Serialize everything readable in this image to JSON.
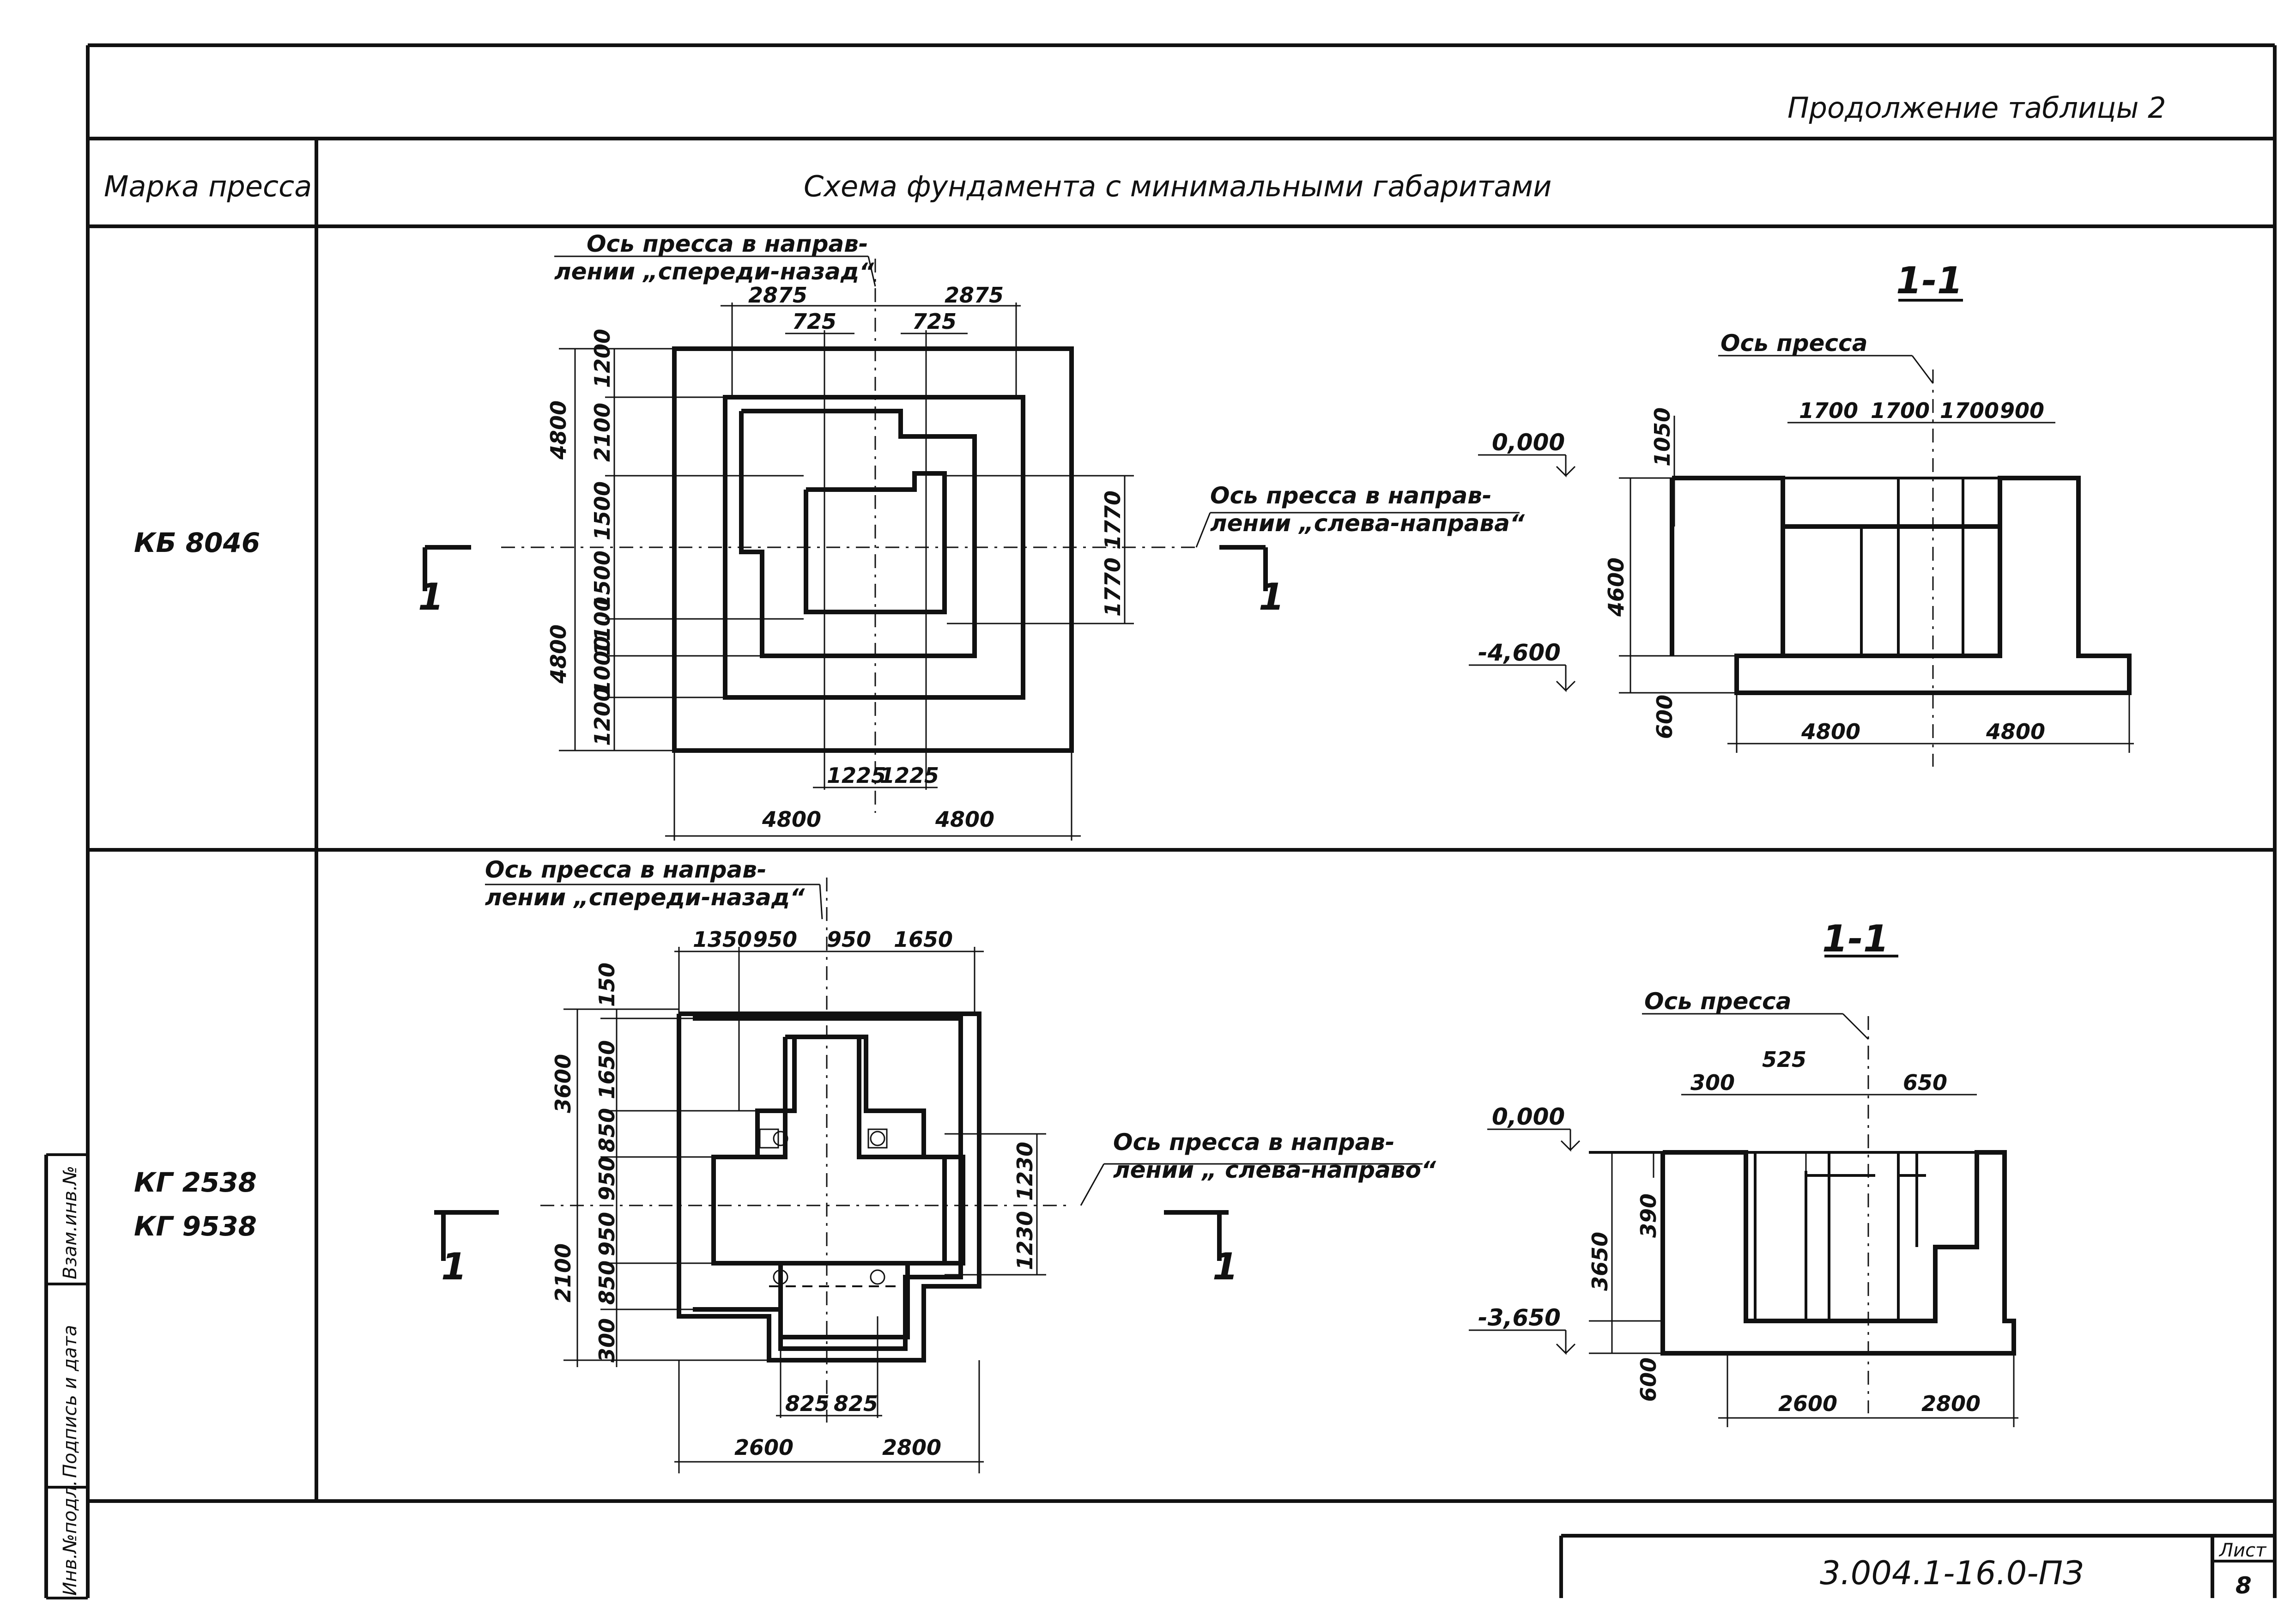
{
  "header": {
    "continuation": "Продолжение таблицы 2",
    "col_mark": "Марка пресса",
    "col_scheme": "Схема фундамента с минимальными габаритами"
  },
  "row1": {
    "mark": "КБ 8046",
    "axis_front_back": [
      "Ось пресса в направ-",
      "лении „спереди-назад“"
    ],
    "axis_left_right": [
      "Ось пресса в направ-",
      "лении „слева-направа“"
    ],
    "section_label": "1-1",
    "section_mark": "1",
    "press_axis": "Ось пресса",
    "level_top": "0,000",
    "level_bottom": "-4,600",
    "dims_plan": {
      "top": [
        "2875",
        "2875",
        "725",
        "725"
      ],
      "left": [
        "4800",
        "4800",
        "1200",
        "2100",
        "1500",
        "1500",
        "1100",
        "1000",
        "1200"
      ],
      "right": [
        "1770",
        "1770"
      ],
      "bottom": [
        "1225",
        "1225",
        "4800",
        "4800"
      ]
    },
    "dims_section": {
      "top": [
        "1700",
        "1700",
        "1700",
        "900"
      ],
      "left": [
        "1050",
        "4600",
        "600"
      ],
      "bottom": [
        "4800",
        "4800"
      ]
    }
  },
  "row2": {
    "marks": [
      "КГ 2538",
      "КГ 9538"
    ],
    "axis_front_back": [
      "Ось пресса в направ-",
      "лении „спереди-назад“"
    ],
    "axis_left_right": [
      "Ось пресса в направ-",
      "лении „ слева-направо“"
    ],
    "section_label": "1-1",
    "section_mark": "1",
    "press_axis": "Ось пресса",
    "level_top": "0,000",
    "level_bottom": "-3,650",
    "dims_plan": {
      "top": [
        "1350",
        "950",
        "950",
        "1650"
      ],
      "left": [
        "150",
        "3600",
        "1650",
        "850",
        "950",
        "2100",
        "950",
        "850",
        "300"
      ],
      "right": [
        "1230",
        "1230"
      ],
      "bottom": [
        "825",
        "825",
        "2600",
        "2800"
      ]
    },
    "dims_section": {
      "top": [
        "300",
        "525",
        "650"
      ],
      "left": [
        "390",
        "3650",
        "600"
      ],
      "bottom": [
        "2600",
        "2800"
      ]
    }
  },
  "stamp": {
    "doc_code": "3.004.1-16.0-ПЗ",
    "sheet_label": "Лист",
    "sheet_no": "8"
  },
  "side_stamp": [
    "Инв.№подл.",
    "Подпись и дата",
    "Взам.инв.№"
  ]
}
